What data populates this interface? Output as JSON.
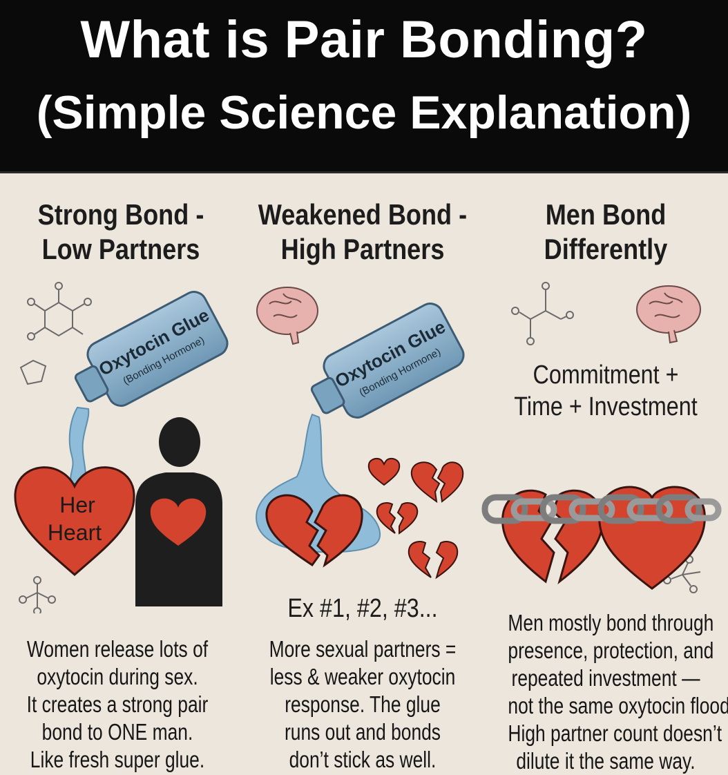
{
  "title": {
    "line1": "What is Pair Bonding?",
    "line2": "(Simple Science Explanation)"
  },
  "columns": [
    {
      "heading_line1": "Strong Bond -",
      "heading_line2": "Low Partners",
      "bottle_label": "Oxytocin Glue",
      "bottle_sublabel": "(Bonding Hormone)",
      "heart_label_line1": "Her",
      "heart_label_line2": "Heart",
      "body": [
        "Women release lots of",
        "oxytocin during sex.",
        "It creates a strong pair",
        "bond to ONE man.",
        "Like fresh super glue."
      ]
    },
    {
      "heading_line1": "Weakened Bond -",
      "heading_line2": "High Partners",
      "bottle_label": "Oxytocin Glue",
      "bottle_sublabel": "(Bonding Hormone)",
      "caption": "Ex #1, #2, #3...",
      "body": [
        "More sexual partners =",
        "less & weaker oxytocin",
        "response. The glue",
        "runs out and bonds",
        "don’t stick as well."
      ]
    },
    {
      "heading_line1": "Men Bond",
      "heading_line2": "Differently",
      "formula_line1": "Commitment +",
      "formula_line2": "Time + Investment",
      "body": [
        "Men mostly bond through",
        "presence, protection, and",
        "repeated investment —",
        "not the same oxytocin flood.",
        "High partner count doesn’t",
        "dilute it the same way."
      ]
    }
  ],
  "colors": {
    "header_bg": "#0a0a0a",
    "page_bg": "#ece6dc",
    "heart_red": "#d4432e",
    "bottle_blue": "#8fb3cc",
    "glue_blue": "#8fbcd8",
    "chain_gray": "#8a8a8a",
    "brain_pink": "#e7b2ad",
    "silhouette": "#1e1e1e"
  },
  "icons": [
    "molecule-icon",
    "brain-icon",
    "glue-bottle-icon",
    "heart-icon",
    "broken-heart-icon",
    "chain-icon",
    "man-silhouette-icon"
  ]
}
